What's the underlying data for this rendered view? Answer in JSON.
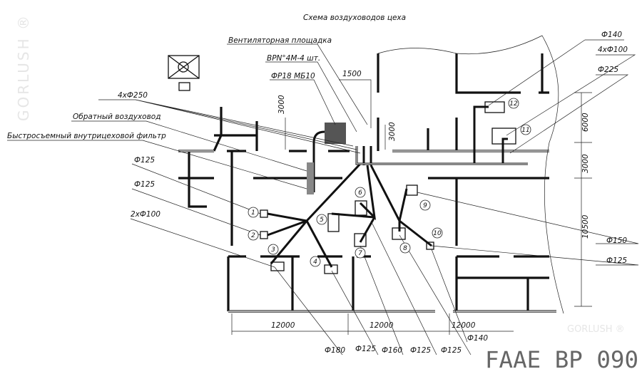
{
  "title": "Схема воздуховодов цеха",
  "labels": {
    "fan_platform": "Вентиляторная площадка",
    "fans": "BPN°4M-4 шт.",
    "filter_unit": "ФР18 МБ10",
    "ducts_4x250": "4хФ250",
    "return_duct": "Обратный воздуховод",
    "quick_filter": "Быстросъемный внутрицеховой фильтр",
    "left_d125_a": "Ф125",
    "left_d125_b": "Ф125",
    "left_2x100": "2хФ100",
    "right_d140": "Ф140",
    "right_4x100": "4хФ100",
    "right_d225": "Ф225",
    "right_d150": "Ф150",
    "right_d125": "Ф125",
    "bottom_d180": "Ф180",
    "bottom_d125_a": "Ф125",
    "bottom_d160": "Ф160",
    "bottom_d125_b": "Ф125",
    "bottom_d125_c": "Ф125",
    "bottom_d140": "Ф140"
  },
  "dimensions": {
    "top_1500": "1500",
    "left_3000": "3000",
    "mid_3000": "3000",
    "right_6000": "6000",
    "right_3000": "3000",
    "right_10500": "10500",
    "bottom": [
      "12000",
      "12000",
      "12000"
    ]
  },
  "points": [
    "1",
    "2",
    "3",
    "4",
    "5",
    "6",
    "7",
    "8",
    "9",
    "10",
    "11",
    "12"
  ],
  "watermark": "GORLUSH ®",
  "stamp": "FAAE BP 090"
}
